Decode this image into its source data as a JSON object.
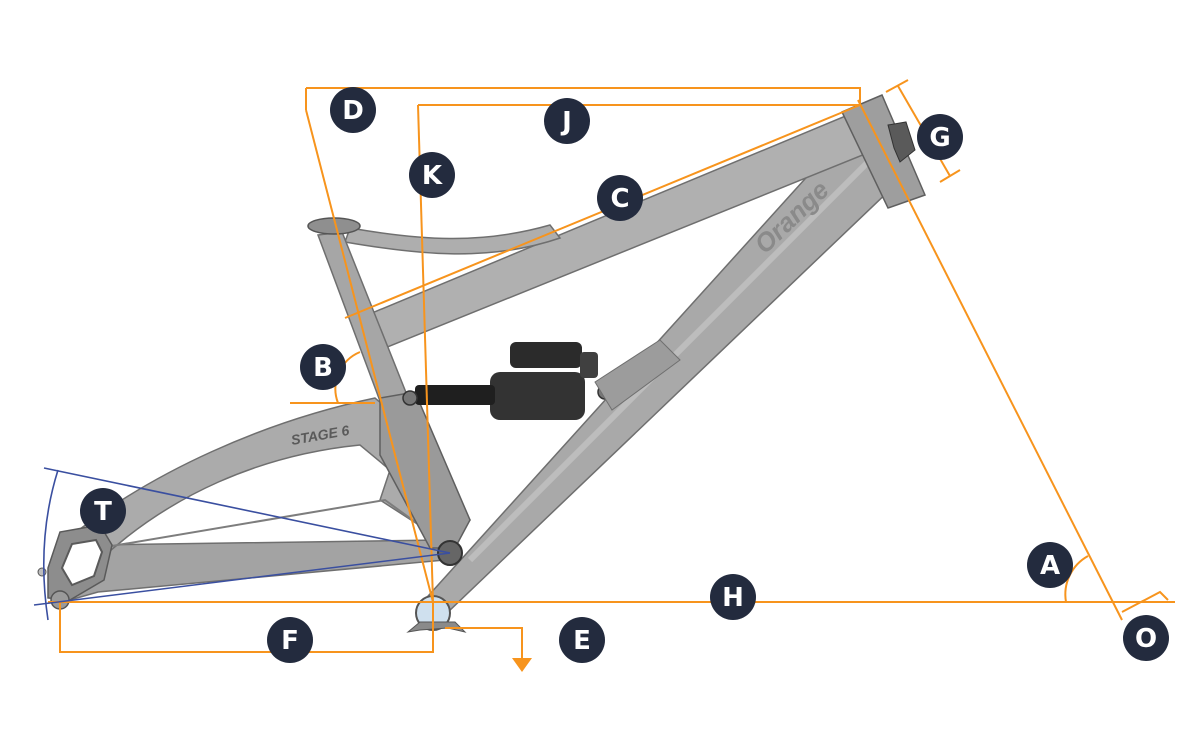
{
  "colors": {
    "dimension_line": "#f7941d",
    "rear_axle_radius": "#3a4fa0",
    "badge_fill": "#232b3e",
    "badge_text": "#ffffff",
    "frame_fill": "#a9a9a9",
    "frame_shade": "#8d8d8d",
    "frame_outline": "#6f6f6f",
    "shock_body": "#2b2b2b"
  },
  "frame": {
    "brand_text": "Orange",
    "model_text": "STAGE 6"
  },
  "labels": [
    {
      "id": "A",
      "text": "A"
    },
    {
      "id": "B",
      "text": "B"
    },
    {
      "id": "C",
      "text": "C"
    },
    {
      "id": "D",
      "text": "D"
    },
    {
      "id": "E",
      "text": "E"
    },
    {
      "id": "F",
      "text": "F"
    },
    {
      "id": "G",
      "text": "G"
    },
    {
      "id": "H",
      "text": "H"
    },
    {
      "id": "J",
      "text": "J"
    },
    {
      "id": "K",
      "text": "K"
    },
    {
      "id": "O",
      "text": "O"
    },
    {
      "id": "T",
      "text": "T"
    }
  ]
}
